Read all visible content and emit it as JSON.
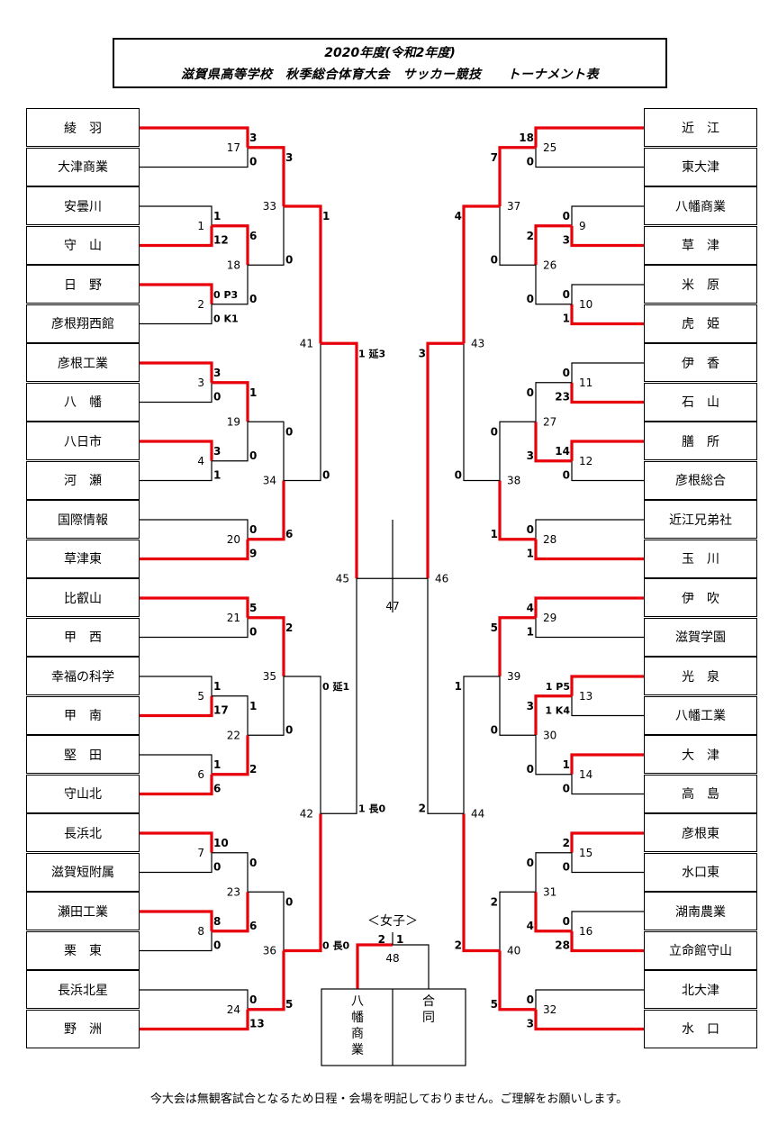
{
  "title": {
    "line1": "2020年度(令和2年度)",
    "line2": "滋賀県高等学校　秋季総合体育大会　サッカー競技　　トーナメント表"
  },
  "colors": {
    "winner": "#e8000b",
    "line": "#000000",
    "background": "#ffffff"
  },
  "teams_left": [
    "綾　羽",
    "大津商業",
    "安曇川",
    "守　山",
    "日　野",
    "彦根翔西館",
    "彦根工業",
    "八　幡",
    "八日市",
    "河　瀬",
    "国際情報",
    "草津東",
    "比叡山",
    "甲　西",
    "幸福の科学",
    "甲　南",
    "堅　田",
    "守山北",
    "長浜北",
    "滋賀短附属",
    "瀬田工業",
    "栗　東",
    "長浜北星",
    "野　洲"
  ],
  "teams_right": [
    "近　江",
    "東大津",
    "八幡商業",
    "草　津",
    "米　原",
    "虎　姫",
    "伊　香",
    "石　山",
    "膳　所",
    "彦根総合",
    "近江兄弟社",
    "玉　川",
    "伊　吹",
    "滋賀学園",
    "光　泉",
    "八幡工業",
    "大　津",
    "高　島",
    "彦根東",
    "水口東",
    "湖南農業",
    "立命館守山",
    "北大津",
    "水　口"
  ],
  "match_numbers": [
    "1",
    "2",
    "3",
    "4",
    "5",
    "6",
    "7",
    "8",
    "9",
    "10",
    "11",
    "12",
    "13",
    "14",
    "15",
    "16",
    "17",
    "18",
    "19",
    "20",
    "21",
    "22",
    "23",
    "24",
    "25",
    "26",
    "27",
    "28",
    "29",
    "30",
    "31",
    "32",
    "33",
    "34",
    "35",
    "36",
    "37",
    "38",
    "39",
    "40",
    "41",
    "42",
    "43",
    "44",
    "45",
    "46",
    "47",
    "48"
  ],
  "scores": {
    "m17": [
      "3",
      "0"
    ],
    "m1": [
      "1",
      "12"
    ],
    "m2": [
      "0 P3",
      "0 K1"
    ],
    "m18": [
      "6",
      "0"
    ],
    "m33": [
      "3",
      "0"
    ],
    "m3": [
      "3",
      "0"
    ],
    "m4": [
      "3",
      "1"
    ],
    "m19": [
      "1",
      "0"
    ],
    "m20": [
      "0",
      "9"
    ],
    "m34": [
      "0",
      "6"
    ],
    "m41": [
      "1",
      "0"
    ],
    "m21": [
      "5",
      "0"
    ],
    "m5": [
      "1",
      "17"
    ],
    "m6": [
      "1",
      "6"
    ],
    "m22": [
      "1",
      "2"
    ],
    "m35": [
      "2",
      "0"
    ],
    "m7": [
      "10",
      "0"
    ],
    "m8": [
      "8",
      "0"
    ],
    "m23": [
      "0",
      "6"
    ],
    "m24": [
      "0",
      "13"
    ],
    "m36": [
      "0",
      "5"
    ],
    "m42": [
      "0 延1",
      "0 長0"
    ],
    "m45": [
      "1 延3",
      "1 長0"
    ],
    "m25": [
      "18",
      "0"
    ],
    "m9": [
      "0",
      "3"
    ],
    "m10": [
      "0",
      "1"
    ],
    "m26": [
      "2",
      "0"
    ],
    "m37": [
      "7",
      "0"
    ],
    "m11": [
      "0",
      "23"
    ],
    "m12": [
      "14",
      "0"
    ],
    "m27": [
      "0",
      "3"
    ],
    "m28": [
      "0",
      "1"
    ],
    "m38": [
      "0",
      "1"
    ],
    "m43": [
      "4",
      "0"
    ],
    "m29": [
      "4",
      "1"
    ],
    "m13": [
      "1 P5",
      "1 K4"
    ],
    "m14": [
      "1",
      "0"
    ],
    "m30": [
      "3",
      "0"
    ],
    "m39": [
      "5",
      "0"
    ],
    "m15": [
      "2",
      "0"
    ],
    "m16": [
      "0",
      "28"
    ],
    "m31": [
      "0",
      "4"
    ],
    "m32": [
      "0",
      "3"
    ],
    "m40": [
      "2",
      "5"
    ],
    "m44": [
      "1",
      "2"
    ],
    "m46": [
      "3",
      "2"
    ],
    "m48": [
      "2",
      "1"
    ]
  },
  "girls": {
    "label": "＜女子＞",
    "teams": [
      "八幡商業",
      "合同"
    ]
  },
  "footer": "今大会は無観客試合となるため日程・会場を明記しておりません。ご理解をお願いします。"
}
